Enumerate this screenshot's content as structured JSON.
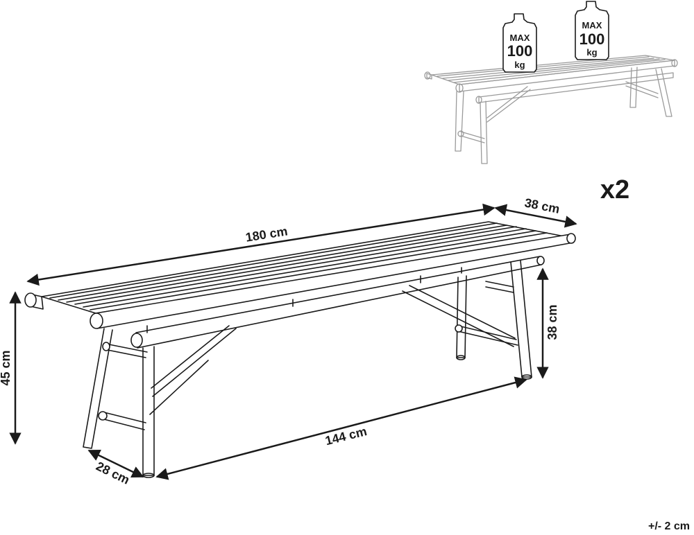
{
  "dimensions": {
    "length": "180 cm",
    "depth_top": "38 cm",
    "height": "45 cm",
    "inner_height": "38 cm",
    "inner_length": "144 cm",
    "depth_bottom": "28 cm"
  },
  "quantity": "x2",
  "tolerance": "+/- 2 cm",
  "weights": [
    {
      "max": "MAX",
      "value": "100",
      "unit": "kg"
    },
    {
      "max": "MAX",
      "value": "100",
      "unit": "kg"
    }
  ],
  "colors": {
    "line": "#1a1a1a",
    "thumb_line": "#9a9a9a",
    "background": "#ffffff"
  }
}
